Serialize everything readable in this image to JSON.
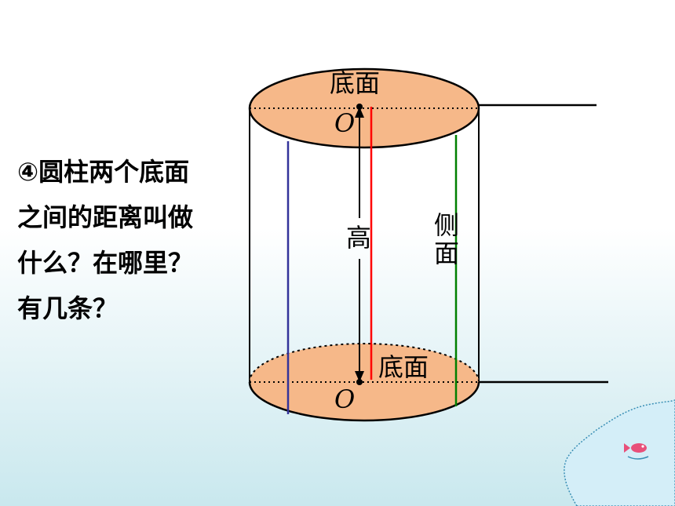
{
  "question": {
    "lines": [
      "④圆柱两个底面",
      "之间的距离叫做",
      "什么？在哪里？",
      "有几条？"
    ]
  },
  "diagram": {
    "top_base_label": "底面",
    "bottom_base_label": "底面",
    "top_center_label": "O",
    "bottom_center_label": "O",
    "height_label": "高",
    "side_label_1": "侧",
    "side_label_2": "面",
    "colors": {
      "base_fill": "#f6b889",
      "height_line_red": "#ff0000",
      "line_blue": "#33339a",
      "line_green": "#008000",
      "outline": "#000000"
    }
  },
  "decor": {
    "fish_icon": "fish-icon"
  }
}
